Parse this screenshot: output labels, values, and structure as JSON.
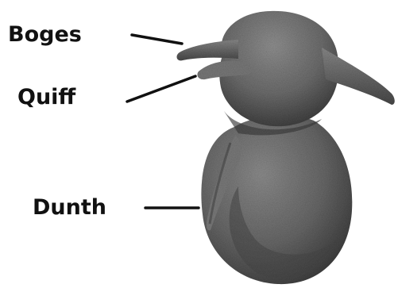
{
  "labels": {
    "boges": "Boges",
    "quiff": "Quiff",
    "dunth": "Dunth"
  },
  "colors": {
    "text": "#111111",
    "model_body": "#6b6b6b",
    "model_shadow": "#3e3e3e",
    "model_highlight": "#9a9a9a",
    "leader_line": "#111111"
  }
}
